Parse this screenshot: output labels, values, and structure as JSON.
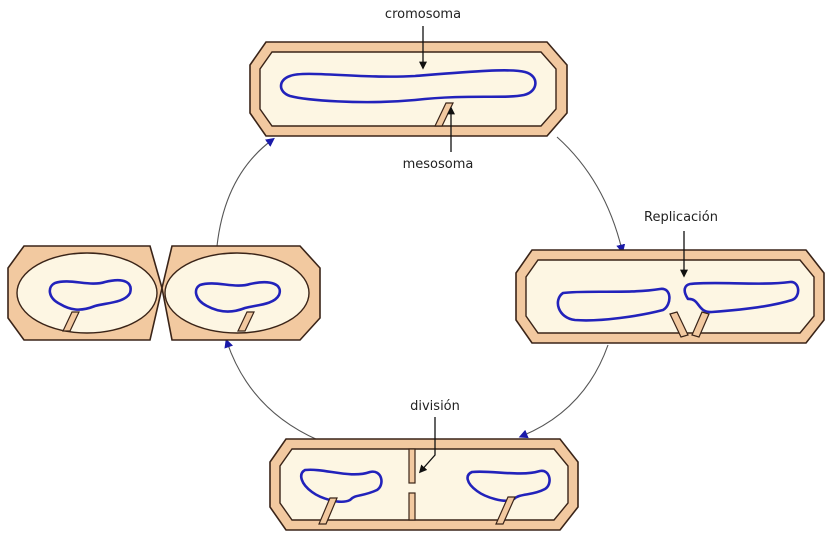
{
  "labels": {
    "chromosome": "cromosoma",
    "mesosome": "mesosoma",
    "replication": "Replicación",
    "division": "división"
  },
  "colors": {
    "cell_wall": "#f2c9a0",
    "cytoplasm": "#fdf6e3",
    "dna": "#2222bb",
    "cycle_arrowhead": "#1a1aa8",
    "outline": "#3a2418"
  },
  "stages": [
    "cell-with-chromosome",
    "chromosome-replication",
    "cell-division",
    "two-daughter-cells"
  ]
}
